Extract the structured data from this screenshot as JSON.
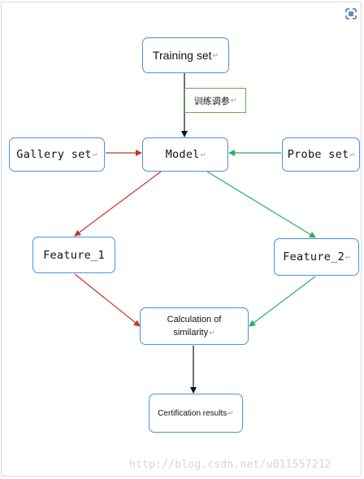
{
  "nodes": {
    "training_set": "Training set",
    "tuning": "训练调参",
    "gallery_set": "Gallery set",
    "model": "Model",
    "probe_set": "Probe set",
    "feature_1": "Feature_1",
    "feature_2": "Feature_2",
    "calculation_line1": "Calculation of",
    "calculation_line2": "similarity",
    "certification": "Certification results"
  },
  "para_mark": "↵",
  "watermark": "http://blog.csdn.net/u011557212",
  "icons": {
    "top_right": "scan-icon"
  },
  "colors": {
    "node_border": "#4a90e2",
    "label_border": "#6aa84f",
    "arrow_red": "#c0392b",
    "arrow_green": "#27ae60",
    "arrow_black": "#111111"
  }
}
